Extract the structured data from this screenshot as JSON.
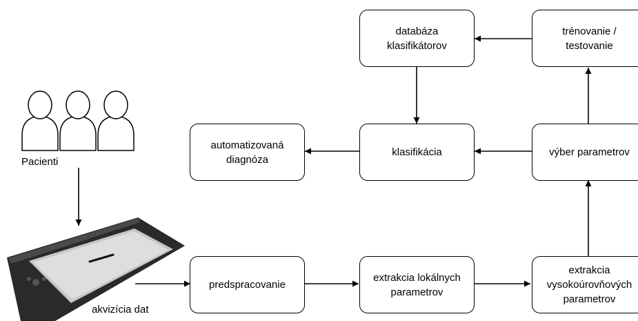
{
  "labels": {
    "patients": "Pacienti",
    "acquisition": "akvizícia dat"
  },
  "boxes": {
    "database": "databáza\nklasifikátorov",
    "training": "trénovanie /\ntestovanie",
    "diagnosis": "automatizovaná\ndiagnóza",
    "classification": "klasifikácia",
    "selection": "výber parametrov",
    "preprocessing": "predspracovanie",
    "local_features": "extrakcia lokálnych\nparametrov",
    "high_level_features": "extrakcia\nvysokoúrovňových\nparametrov"
  },
  "icons": {
    "patients": "people-icon",
    "tablet": "drawing-tablet-icon"
  },
  "colors": {
    "stroke": "#000000",
    "background": "#ffffff"
  }
}
